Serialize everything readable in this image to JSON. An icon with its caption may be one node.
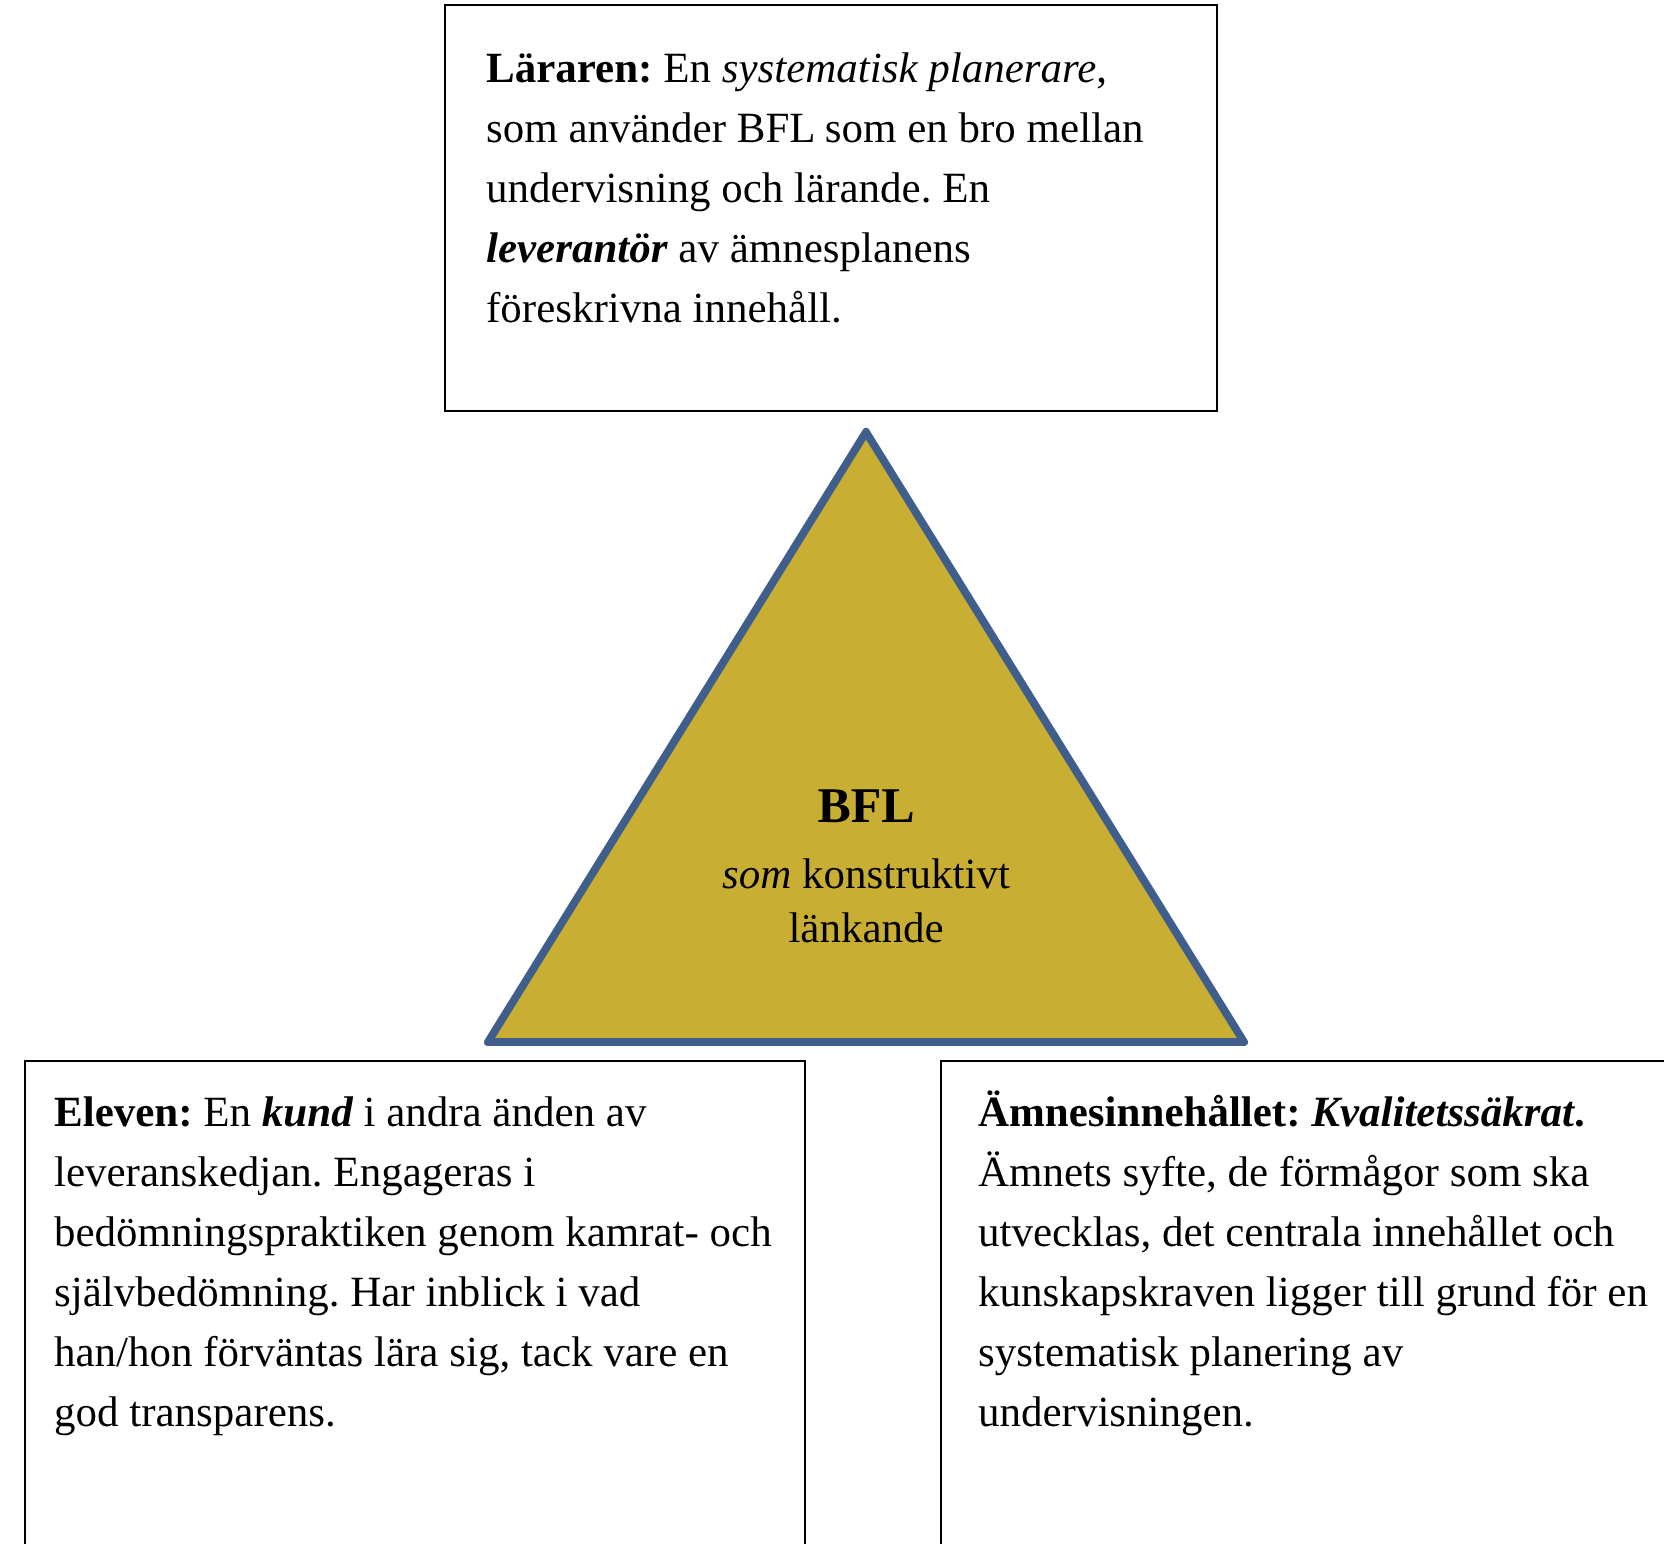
{
  "diagram": {
    "nodes": [
      {
        "text": [
          "**Läraren:** En *systematisk planerare*, som använder BFL som en bro mellan undervisning och lärande. En *leverantör* av ämnesplanens föreskrivna innehåll."
        ]
      },
      {
        "text": [
          "BFL",
          "*som* konstruktivt länkande"
        ]
      },
      {
        "text": [
          "**Eleven:** En *kund* i andra änden av leveranskedjan. Engageras i bedömningspraktiken genom kamrat- och självbedömning. Har inblick i vad han/hon förväntas lära sig, tack vare en god transparens."
        ]
      },
      {
        "text": [
          "**Ämnesinnehållet:** ***Kvalitetssäkrat*.** Ämnets syfte, de förmågor som ska utvecklas, det centrala innehållet och kunskapskraven ligger till grund för en systematisk planering av undervisningen."
        ]
      }
    ]
  }
}
